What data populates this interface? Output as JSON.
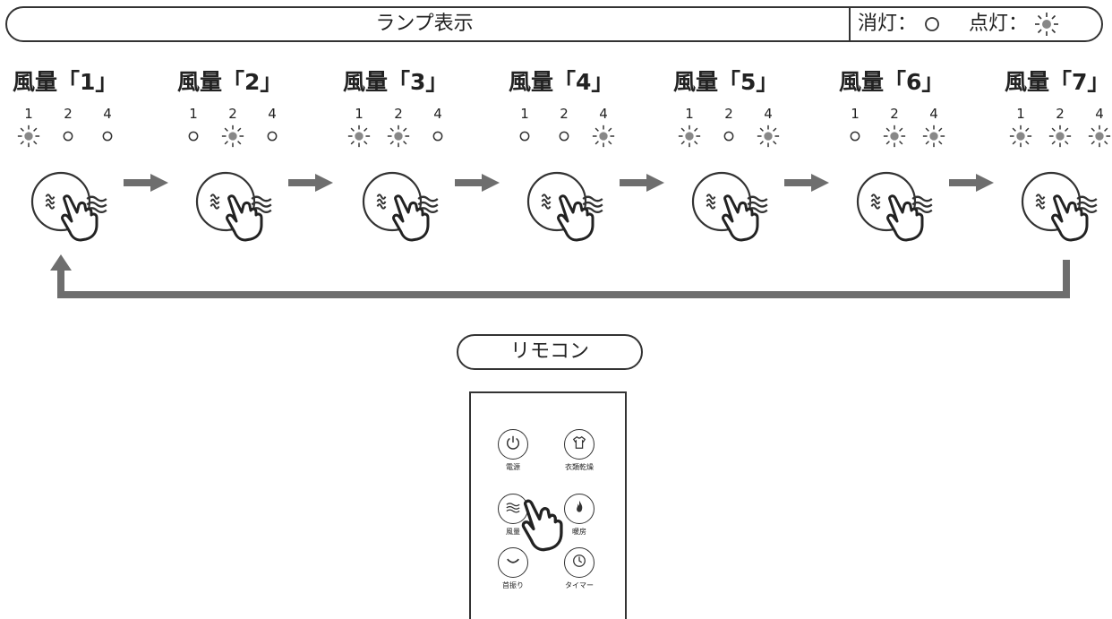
{
  "header": {
    "title": "ランプ表示",
    "legend_off_label": "消灯：",
    "legend_on_label": "点灯："
  },
  "lamp_numbers": [
    "1",
    "2",
    "4"
  ],
  "levels": [
    {
      "label": "風量「1」",
      "lamps": [
        true,
        false,
        false
      ]
    },
    {
      "label": "風量「2」",
      "lamps": [
        false,
        true,
        false
      ]
    },
    {
      "label": "風量「3」",
      "lamps": [
        true,
        true,
        false
      ]
    },
    {
      "label": "風量「4」",
      "lamps": [
        false,
        false,
        true
      ]
    },
    {
      "label": "風量「5」",
      "lamps": [
        true,
        false,
        true
      ]
    },
    {
      "label": "風量「6」",
      "lamps": [
        false,
        true,
        true
      ]
    },
    {
      "label": "風量「7」",
      "lamps": [
        true,
        true,
        true
      ]
    }
  ],
  "remocon": {
    "label": "リモコン",
    "buttons": [
      {
        "label": "電源",
        "icon": "power-icon"
      },
      {
        "label": "衣類乾燥",
        "icon": "shirt-icon"
      },
      {
        "label": "風量",
        "icon": "wind-icon"
      },
      {
        "label": "暖房",
        "icon": "flame-icon"
      },
      {
        "label": "首振り",
        "icon": "swing-icon"
      },
      {
        "label": "タイマー",
        "icon": "clock-icon"
      }
    ]
  },
  "colors": {
    "line": "#333333",
    "arrow": "#6e6e6e",
    "lamp_on": "#888888"
  }
}
